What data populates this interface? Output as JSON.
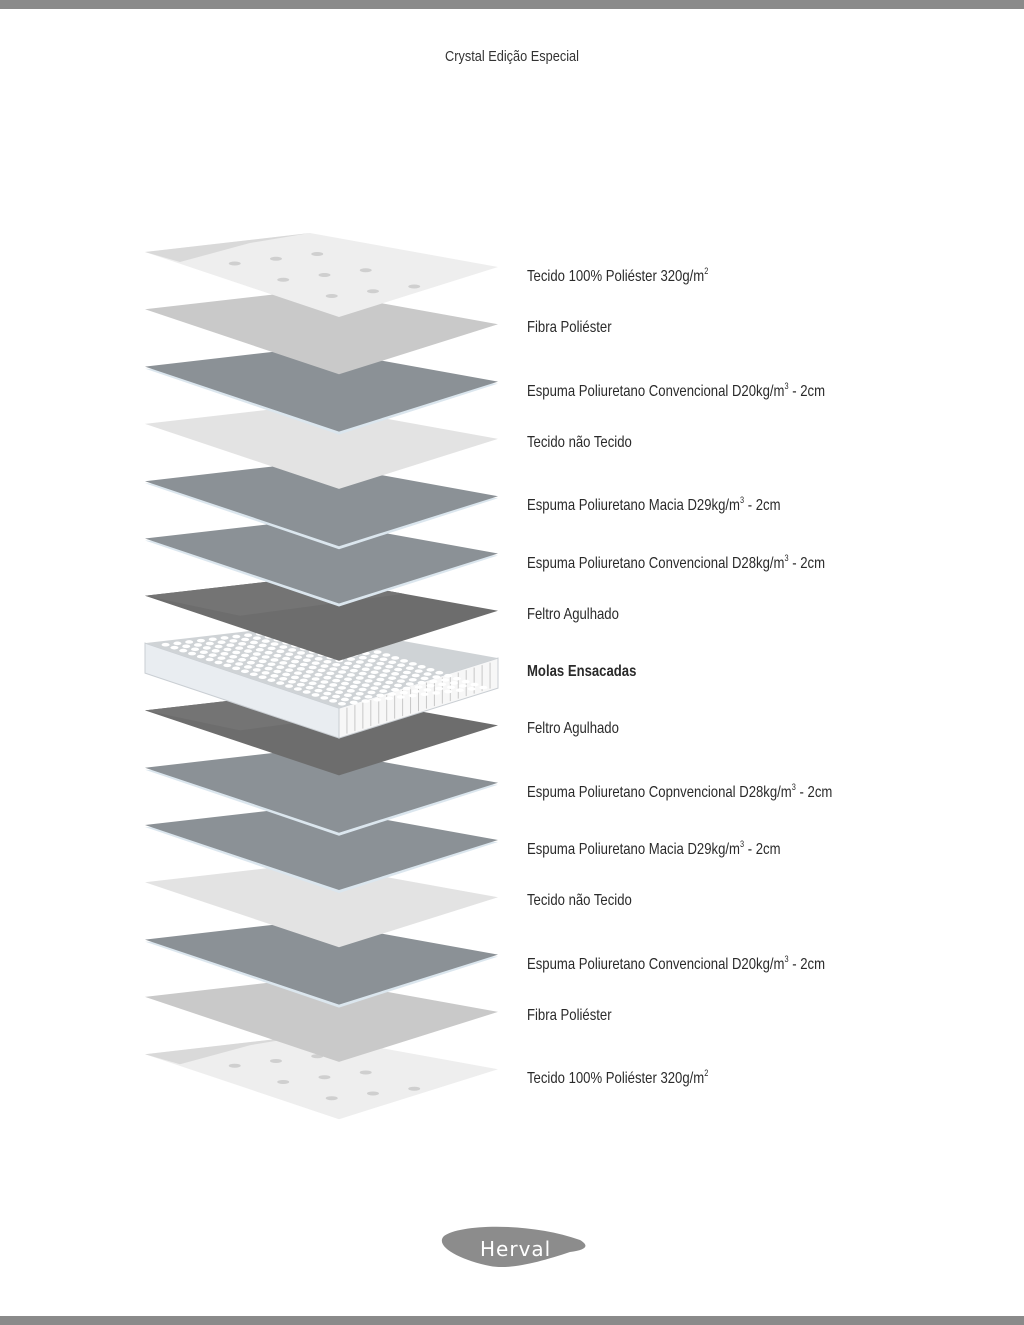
{
  "title": "Crystal Edição Especial",
  "colors": {
    "bar": "#8a8a8a",
    "tecido": "#eeeeee",
    "fibra": "#c9c9c9",
    "espuma": "#8b9196",
    "tnt": "#e3e3e3",
    "feltro": "#6d6d6d",
    "molas": "#f2f4f6",
    "logo": "#8c8c8c"
  },
  "layers": [
    {
      "type": "tecido",
      "label": "Tecido 100% Poliéster 320g/m",
      "sup": "2"
    },
    {
      "type": "fibra",
      "label": "Fibra Poliéster",
      "sup": ""
    },
    {
      "type": "espuma",
      "label": "Espuma Poliuretano Convencional D20kg/m",
      "sup": "3",
      "suffix": " - 2cm"
    },
    {
      "type": "tnt",
      "label": "Tecido não Tecido",
      "sup": ""
    },
    {
      "type": "espuma",
      "label": "Espuma Poliuretano Macia D29kg/m",
      "sup": "3",
      "suffix": " - 2cm"
    },
    {
      "type": "espuma",
      "label": "Espuma Poliuretano Convencional D28kg/m",
      "sup": "3",
      "suffix": " - 2cm"
    },
    {
      "type": "feltro",
      "label": "Feltro Agulhado",
      "sup": ""
    },
    {
      "type": "molas",
      "label": "Molas Ensacadas",
      "sup": "",
      "bold": true
    },
    {
      "type": "feltro",
      "label": "Feltro Agulhado",
      "sup": ""
    },
    {
      "type": "espuma",
      "label": "Espuma Poliuretano Copnvencional D28kg/m",
      "sup": "3",
      "suffix": " - 2cm"
    },
    {
      "type": "espuma",
      "label": "Espuma Poliuretano Macia D29kg/m",
      "sup": "3",
      "suffix": " - 2cm"
    },
    {
      "type": "tnt",
      "label": "Tecido não Tecido",
      "sup": ""
    },
    {
      "type": "espuma",
      "label": "Espuma Poliuretano Convencional D20kg/m",
      "sup": "3",
      "suffix": " - 2cm"
    },
    {
      "type": "fibra",
      "label": "Fibra Poliéster",
      "sup": ""
    },
    {
      "type": "tecido",
      "label": "Tecido 100% Poliéster 320g/m",
      "sup": "2"
    }
  ],
  "logo": {
    "text": "Herval"
  }
}
